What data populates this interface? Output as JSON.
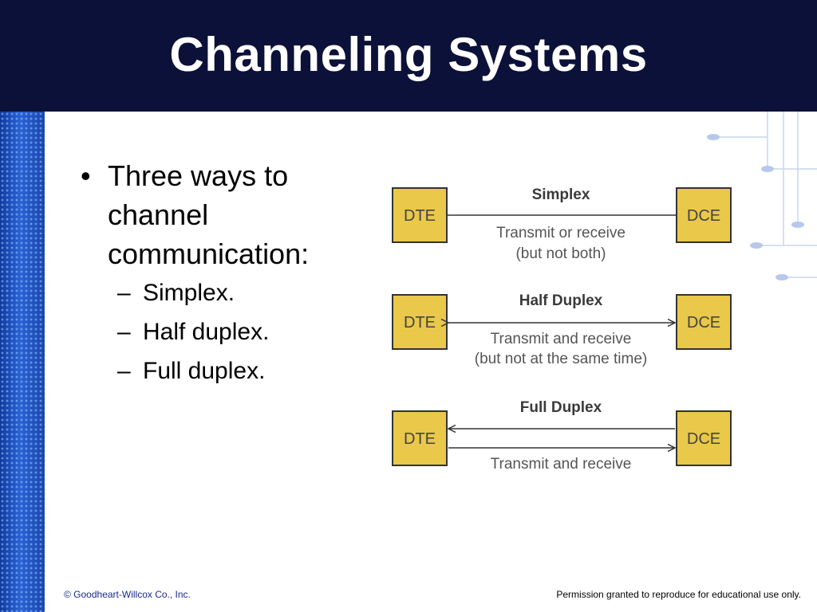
{
  "slide": {
    "title": "Channeling Systems",
    "bullet": {
      "text": "Three ways to channel communication:",
      "lines": [
        "Three ways to",
        "channel",
        "communication:"
      ],
      "subitems": [
        "Simplex.",
        "Half duplex.",
        "Full duplex."
      ]
    }
  },
  "diagram": {
    "box_fill": "#e9c84a",
    "simplex": {
      "title": "Simplex",
      "left": "DTE",
      "right": "DCE",
      "caption1": "Transmit or receive",
      "caption2": "(but not both)"
    },
    "half": {
      "title": "Half Duplex",
      "left": "DTE",
      "right": "DCE",
      "caption1": "Transmit and receive",
      "caption2": "(but not at the same time)"
    },
    "full": {
      "title": "Full Duplex",
      "left": "DTE",
      "right": "DCE",
      "caption1": "Transmit and receive"
    }
  },
  "footer": {
    "left": "© Goodheart-Willcox Co., Inc.",
    "right": "Permission granted to reproduce for educational use only."
  },
  "colors": {
    "title_bar": "#0b1138",
    "accent_blue": "#1d4ab7",
    "footer_link": "#1a2a8c"
  }
}
